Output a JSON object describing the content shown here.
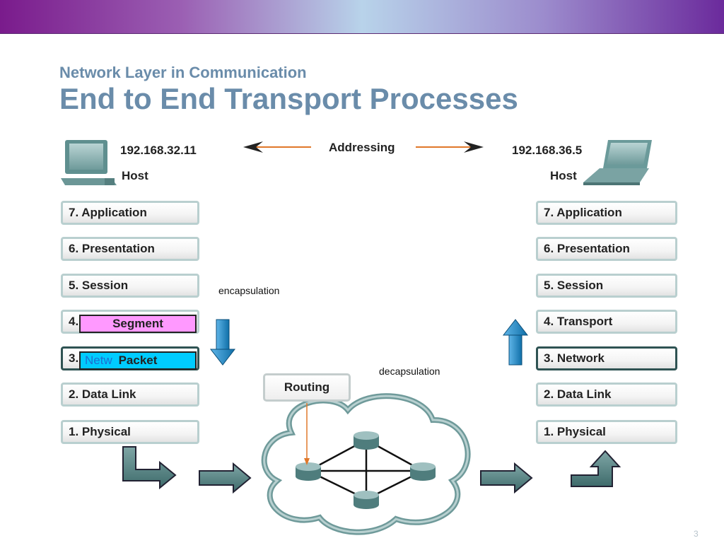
{
  "slide": {
    "subtitle": "Network Layer in Communication",
    "title": "End to End Transport Processes",
    "page_number": "3"
  },
  "addressing": {
    "label": "Addressing",
    "left_ip": "192.168.32.11",
    "right_ip": "192.168.36.5",
    "left_host": "Host",
    "right_host": "Host"
  },
  "left_stack": [
    "7.  Application",
    "6.  Presentation",
    "5.  Session",
    "4.",
    "3.",
    "2.  Data Link",
    "1.  Physical"
  ],
  "right_stack": [
    "7.  Application",
    "6.  Presentation",
    "5.  Session",
    "4.  Transport",
    "3.  Network",
    "2.  Data Link",
    "1.   Physical"
  ],
  "pdus": {
    "segment": "Segment",
    "packet": "Packet",
    "network_ghost": "Netw",
    "segment_color": "#ff99ff",
    "packet_color": "#00ccff"
  },
  "labels": {
    "encapsulation": "encapsulation",
    "decapsulation": "decapsulation",
    "routing": "Routing"
  },
  "colors": {
    "title": "#6a8caa",
    "arrow_blue": "#1a7ec0",
    "flow_arrow": "#4d7a7a",
    "cloud": "#3f7a7a"
  },
  "icons": [
    "desktop-computer-icon",
    "laptop-icon",
    "router-icon",
    "cloud-icon"
  ]
}
